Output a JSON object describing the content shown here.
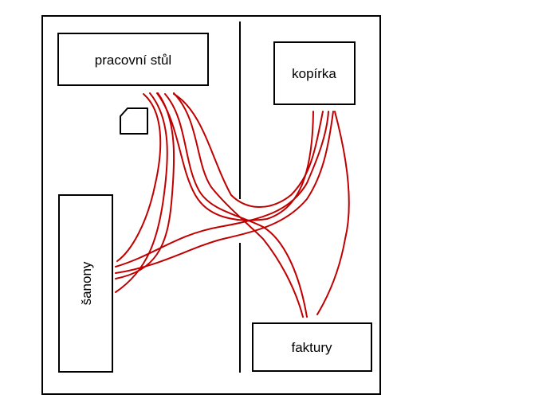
{
  "labels": {
    "desk": "pracovní stůl",
    "copier": "kopírka",
    "folders": "šanony",
    "invoices": "faktury"
  },
  "colors": {
    "outline": "#000000",
    "paths": "#c00000",
    "background": "#ffffff"
  },
  "icons": {
    "small_object": "chair-icon"
  }
}
